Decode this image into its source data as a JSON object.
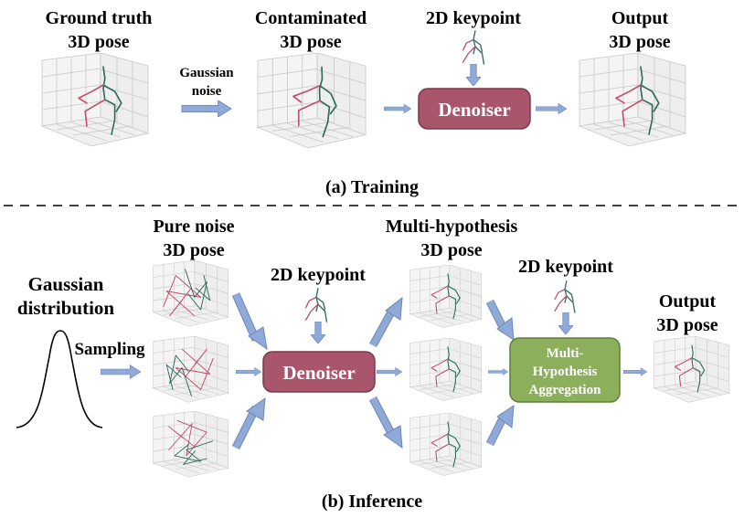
{
  "training": {
    "caption": "(a) Training",
    "gt_label": [
      "Ground truth",
      "3D pose"
    ],
    "noise_label": [
      "Gaussian",
      "noise"
    ],
    "contaminated_label": [
      "Contaminated",
      "3D pose"
    ],
    "keypoint_label": "2D keypoint",
    "denoiser_label": "Denoiser",
    "output_label": [
      "Output",
      "3D pose"
    ]
  },
  "inference": {
    "caption": "(b) Inference",
    "distribution_label": [
      "Gaussian",
      "distribution"
    ],
    "sampling_label": "Sampling",
    "pure_noise_label": [
      "Pure noise",
      "3D pose"
    ],
    "keypoint_label": "2D keypoint",
    "denoiser_label": "Denoiser",
    "multi_label": [
      "Multi-hypothesis",
      "3D pose"
    ],
    "keypoint_label2": "2D keypoint",
    "aggregation_label": [
      "Multi-",
      "Hypothesis",
      "Aggregation"
    ],
    "output_label": [
      "Output",
      "3D pose"
    ]
  },
  "colors": {
    "denoiser": "#A9556C",
    "aggregation": "#8CAF5C",
    "arrow": "#8FAAD8",
    "pose_red": "#C0506A",
    "pose_green": "#2E6B5C"
  }
}
